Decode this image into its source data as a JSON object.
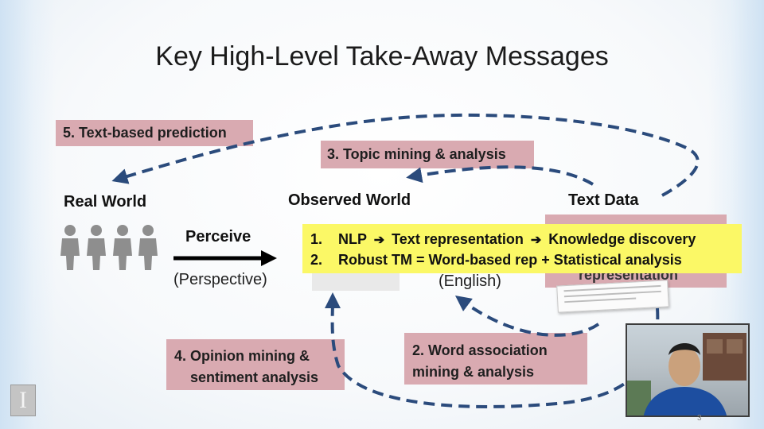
{
  "slide": {
    "title": "Key High-Level Take-Away Messages",
    "page_number": "3"
  },
  "nodes": {
    "real_world": "Real World",
    "observed_world": "Observed World",
    "text_data": "Text Data",
    "perceive": "Perceive",
    "perspective": "(Perspective)",
    "english": "(English)",
    "representation_fragment": "representation"
  },
  "boxes": {
    "prediction": "5. Text-based prediction",
    "topic": "3. Topic mining & analysis",
    "opinion_line1": "4. Opinion mining &",
    "opinion_line2": "sentiment analysis",
    "word_line1": "2. Word association",
    "word_line2": "mining  & analysis"
  },
  "highlight": {
    "item1_num": "1.",
    "item1_a": "NLP",
    "item1_b": "Text representation",
    "item1_c": "Knowledge discovery",
    "item2_num": "2.",
    "item2": "Robust TM = Word-based rep + Statistical analysis"
  },
  "icons": {
    "people": "people-icons",
    "arrow": "right-arrow-icon",
    "logo": "university-logo-icon"
  },
  "colors": {
    "pink_box": "#d9aab1",
    "highlight": "#fbf866",
    "dashed_arrow": "#2b4b7c"
  }
}
